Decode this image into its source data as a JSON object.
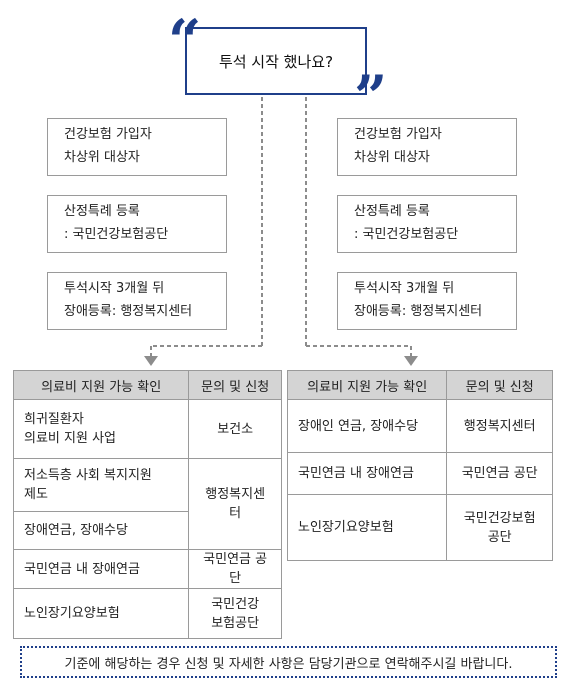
{
  "question": "투석 시작 했나요?",
  "left_cards": [
    [
      "건강보험 가입자",
      "차상위 대상자"
    ],
    [
      "산정특례 등록",
      ": 국민건강보험공단"
    ],
    [
      "투석시작 3개월 뒤",
      "장애등록: 행정복지센터"
    ]
  ],
  "right_cards": [
    [
      "건강보험 가입자",
      "차상위 대상자"
    ],
    [
      "산정특례 등록",
      ": 국민건강보험공단"
    ],
    [
      "투석시작 3개월 뒤",
      "장애등록: 행정복지센터"
    ]
  ],
  "left_table": {
    "headers": [
      "의료비 지원 가능 확인",
      "문의 및 신청"
    ],
    "rows": [
      {
        "support": [
          "희귀질환자",
          "의료비 지원 사업"
        ],
        "org": [
          "보건소"
        ]
      },
      {
        "support": [
          "저소득층 사회 복지지원",
          "제도"
        ],
        "org": [
          "행정복지센터"
        ]
      },
      {
        "support": [
          "장애연금, 장애수당"
        ]
      },
      {
        "support": [
          "국민연금 내 장애연금"
        ],
        "org": [
          "국민연금 공단"
        ]
      },
      {
        "support": [
          "노인장기요양보험"
        ],
        "org": [
          "국민건강",
          "보험공단"
        ]
      }
    ]
  },
  "right_table": {
    "headers": [
      "의료비 지원 가능 확인",
      "문의 및 신청"
    ],
    "rows": [
      {
        "support": [
          "장애인 연금, 장애수당"
        ],
        "org": [
          "행정복지센터"
        ]
      },
      {
        "support": [
          "국민연금 내 장애연금"
        ],
        "org": [
          "국민연금 공단"
        ]
      },
      {
        "support": [
          "노인장기요양보험"
        ],
        "org": [
          "국민건강보험",
          "공단"
        ]
      }
    ]
  },
  "footer_note": "기준에 해당하는 경우 신청 및 자세한 사항은 담당기관으로 연락해주시길 바랍니다.",
  "colors": {
    "accent": "#1f3f8a",
    "header_bg": "#d4d4d4",
    "border": "#9a9a9a",
    "connector": "#8c8c8c"
  }
}
